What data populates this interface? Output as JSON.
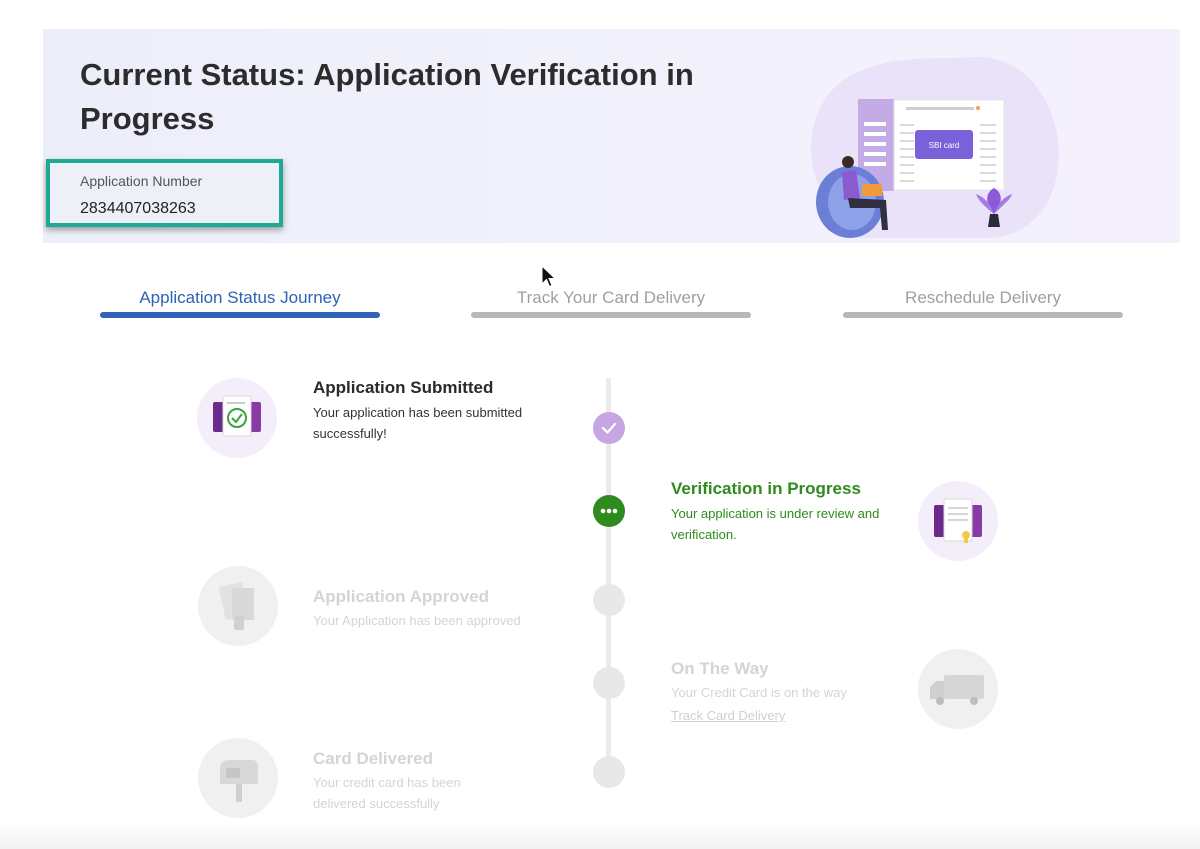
{
  "header": {
    "status_title": "Current Status: Application Verification in Progress",
    "application_number_label": "Application Number",
    "application_number": "2834407038263",
    "illustration_card_text": "SBI card"
  },
  "tabs": [
    {
      "label": "Application Status Journey",
      "active": true
    },
    {
      "label": "Track Your Card Delivery",
      "active": false
    },
    {
      "label": "Reschedule Delivery",
      "active": false
    }
  ],
  "steps": [
    {
      "title": "Application Submitted",
      "desc": "Your application has been submitted successfully!",
      "state": "done",
      "icon": "document-check-icon"
    },
    {
      "title": "Verification in Progress",
      "desc": "Your application is under review and verification.",
      "state": "active",
      "icon": "document-review-icon"
    },
    {
      "title": "Application Approved",
      "desc": "Your Application has been approved",
      "state": "pending",
      "icon": "card-approved-icon"
    },
    {
      "title": "On The Way",
      "desc": "Your Credit Card is on the way",
      "link": "Track Card Delivery",
      "state": "pending",
      "icon": "delivery-truck-icon"
    },
    {
      "title": "Card Delivered",
      "desc": "Your credit card has been delivered successfully",
      "state": "pending",
      "icon": "mailbox-icon"
    }
  ],
  "colors": {
    "accent_blue": "#2f63b6",
    "active_green": "#2e8b1d",
    "done_purple": "#c5a6e3",
    "highlight_teal": "#1fa892"
  }
}
